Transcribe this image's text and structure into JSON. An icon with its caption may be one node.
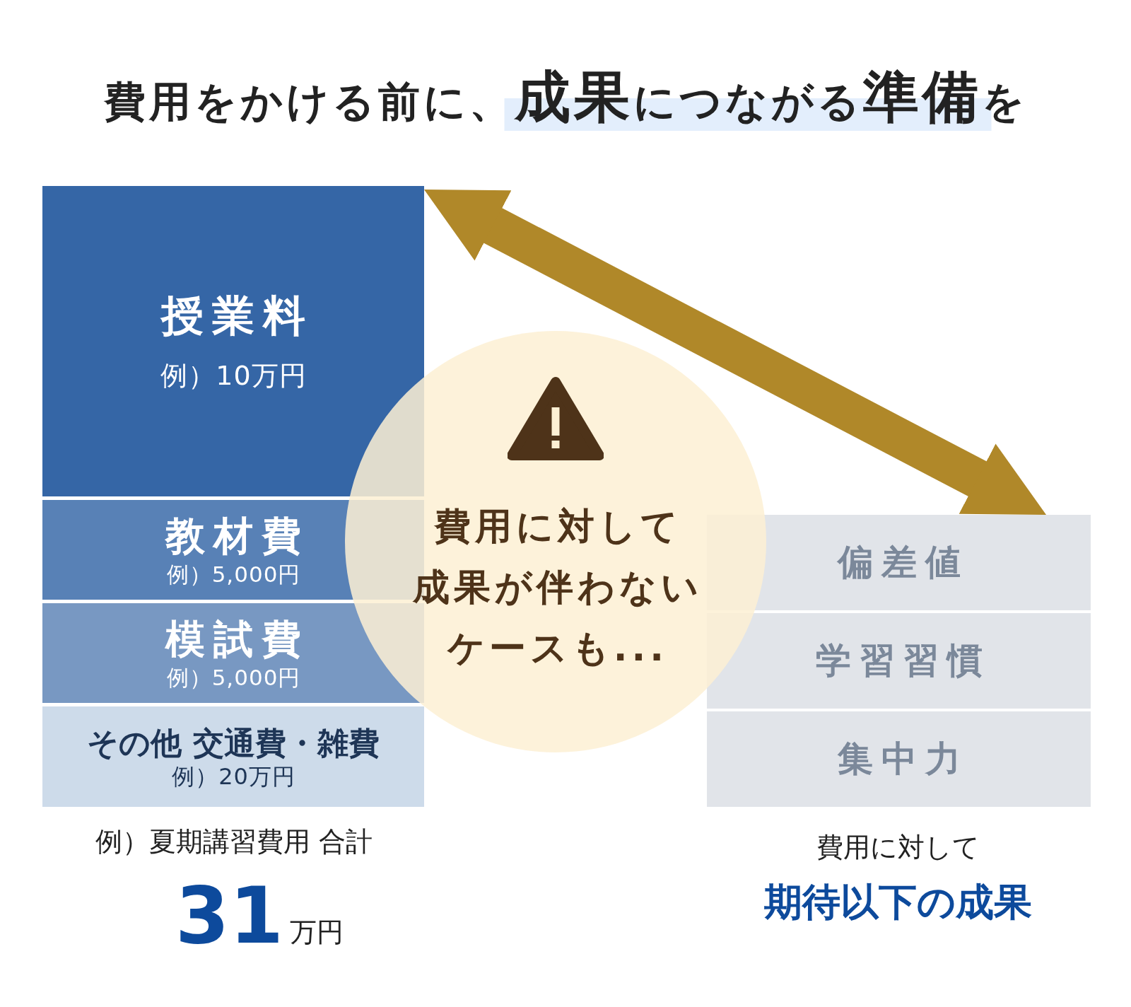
{
  "diagram": {
    "title": "費用をかける前に、**成果**につながる**準備**を",
    "nodes": [
      {
        "text": [
          "授業料",
          "例）10万円"
        ]
      },
      {
        "text": [
          "教材費",
          "例）5,000円"
        ]
      },
      {
        "text": [
          "模試費",
          "例）5,000円"
        ]
      },
      {
        "text": [
          "その他 交通費・雑費",
          "例）20万円"
        ]
      },
      {
        "text": [
          "費用に対して成果が伴わないケースも..."
        ]
      },
      {
        "text": [
          "偏差値"
        ]
      },
      {
        "text": [
          "学習習慣"
        ]
      },
      {
        "text": [
          "集中力"
        ]
      }
    ],
    "edges": [
      {
        "from": 0,
        "to": 5,
        "arrow": "both"
      }
    ],
    "labels": [
      "例）夏期講習費用 合計",
      "31",
      "万円",
      "費用に対して",
      "期待以下の成果"
    ]
  }
}
